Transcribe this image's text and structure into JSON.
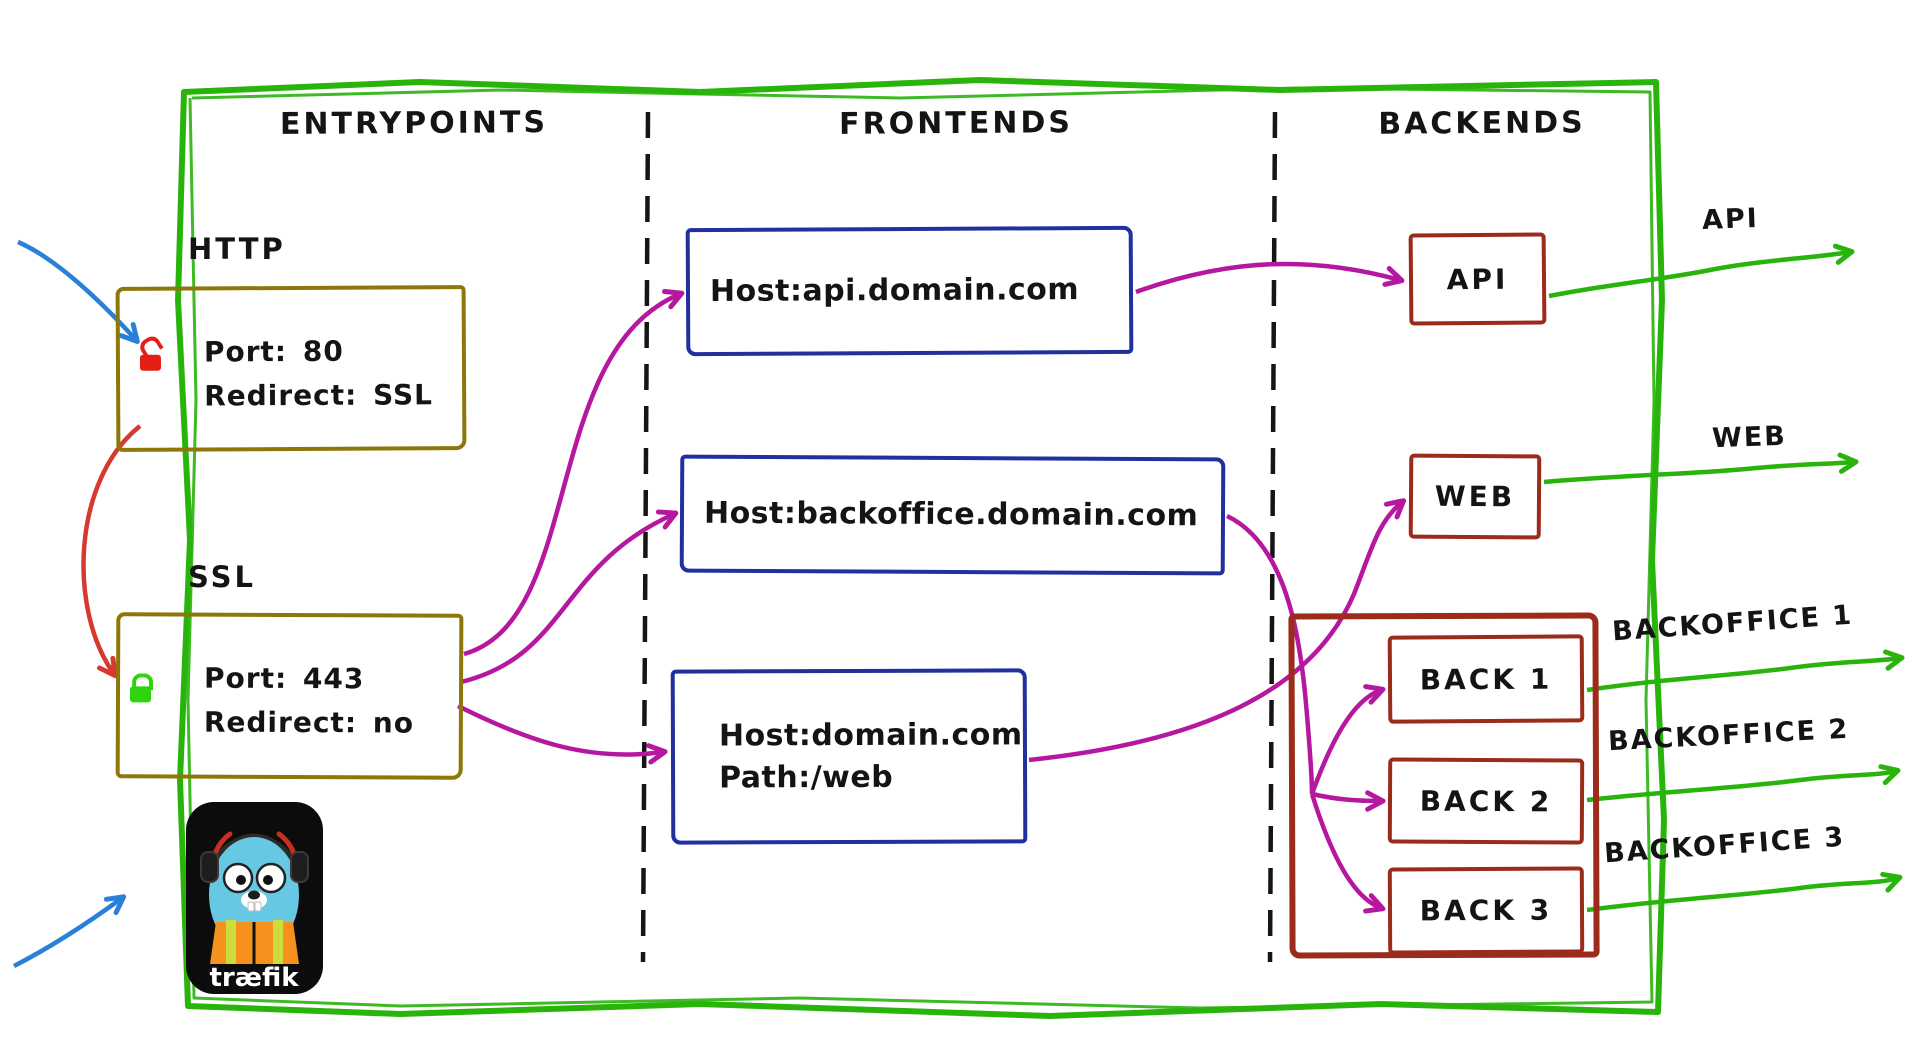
{
  "columns": [
    {
      "title": "ENTRYPOINTS"
    },
    {
      "title": "FRONTENDS"
    },
    {
      "title": "BACKENDS"
    }
  ],
  "entrypoints": {
    "http": {
      "label": "HTTP",
      "port": "Port: 80",
      "redirect": "Redirect: SSL",
      "lock_icon": "open-padlock-red"
    },
    "ssl": {
      "label": "SSL",
      "port": "Port: 443",
      "redirect": "Redirect: no",
      "lock_icon": "closed-padlock-green"
    }
  },
  "frontends": [
    {
      "lines": [
        "Host:api.domain.com"
      ]
    },
    {
      "lines": [
        "Host:backoffice.domain.com"
      ]
    },
    {
      "lines": [
        "Host:domain.com",
        "Path:/web"
      ]
    }
  ],
  "backends": {
    "api": "API",
    "web": "WEB",
    "cluster": [
      "BACK 1",
      "BACK 2",
      "BACK 3"
    ]
  },
  "external_services": [
    "API",
    "WEB",
    "BACKOFFICE 1",
    "BACKOFFICE 2",
    "BACKOFFICE 3"
  ],
  "logo": {
    "text": "træfik"
  },
  "colors": {
    "border_green": "#29b40c",
    "entrypoint_olive": "#8e7608",
    "frontend_blue": "#20309f",
    "backend_red": "#9b2b1b",
    "arrow_magenta": "#b5179e",
    "arrow_red": "#d63a2f",
    "arrow_blue": "#2980d6",
    "lock_red": "#e41f14",
    "lock_green": "#2fd40e",
    "text": "#141414"
  }
}
